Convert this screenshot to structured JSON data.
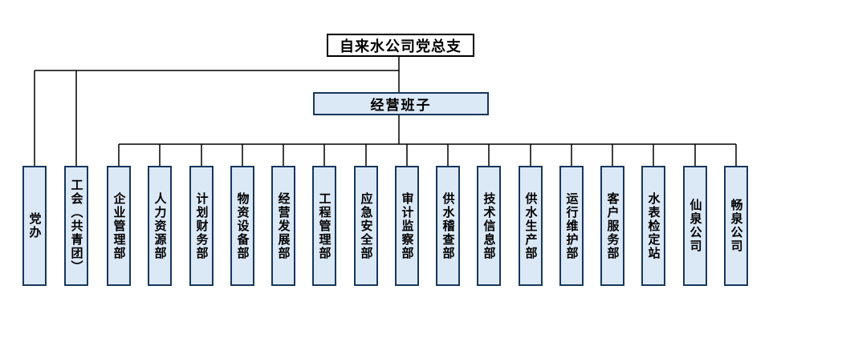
{
  "org_chart": {
    "root": "自来水公司党总支",
    "management": "经营班子",
    "offices": [
      "党办",
      "工会（共青团）"
    ],
    "departments": [
      "企业管理部",
      "人力资源部",
      "计划财务部",
      "物资设备部",
      "经营发展部",
      "工程管理部",
      "应急安全部",
      "审计监察部",
      "供水稽查部",
      "技术信息部",
      "供水生产部",
      "运行维护部",
      "客户服务部",
      "水表检定站",
      "仙泉公司",
      "畅泉公司"
    ],
    "colors": {
      "node_fill": "#dbe8f6",
      "node_border": "#17375e",
      "root_border": "#000000",
      "connector_line": "#000000"
    }
  }
}
